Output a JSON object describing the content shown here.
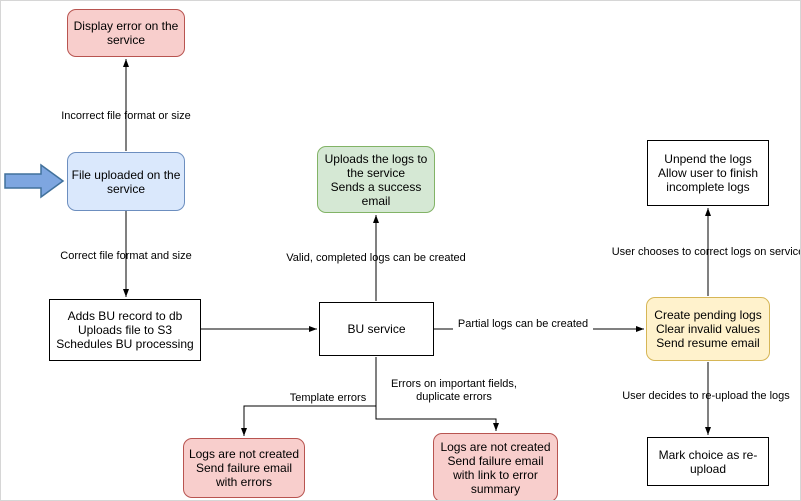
{
  "diagram": {
    "nodes": {
      "display_error": {
        "label": "Display error on the service"
      },
      "file_uploaded": {
        "label": "File uploaded on the service"
      },
      "adds_bu": {
        "label": "Adds BU record to db\nUploads file to S3\nSchedules BU processing"
      },
      "bu_service": {
        "label": "BU service"
      },
      "uploads_logs": {
        "label": "Uploads the logs to the service\nSends a success email"
      },
      "unpend": {
        "label": "Unpend the logs\nAllow user to finish incomplete logs"
      },
      "create_pending": {
        "label": "Create pending logs\nClear invalid values\nSend resume email"
      },
      "mark_choice": {
        "label": "Mark choice as re-upload"
      },
      "logs_not_created_template": {
        "label": "Logs are not created\nSend failure email with errors"
      },
      "logs_not_created_fields": {
        "label": "Logs are not created\nSend failure email with link to error summary"
      }
    },
    "edge_labels": {
      "incorrect": "Incorrect file format or size",
      "correct": "Correct file format and size",
      "valid": "Valid, completed logs can be created",
      "partial": "Partial logs can be created",
      "user_correct": "User chooses to correct logs on service",
      "user_reupload": "User decides to re-upload the logs",
      "template_errors": "Template errors",
      "field_errors": "Errors on important fields,\nduplicate errors"
    },
    "colors": {
      "error_fill": "#f8cecc",
      "error_stroke": "#b85450",
      "info_fill": "#dae8fc",
      "info_stroke": "#6c8ebf",
      "success_fill": "#d5e8d4",
      "success_stroke": "#82b366",
      "pending_fill": "#fff2cc",
      "pending_stroke": "#d6b656",
      "plain_fill": "#ffffff",
      "plain_stroke": "#000000",
      "pointer_fill": "#7ea6e0",
      "pointer_stroke": "#41719c",
      "edge_stroke": "#000000",
      "canvas_bg": "#ffffff"
    }
  }
}
